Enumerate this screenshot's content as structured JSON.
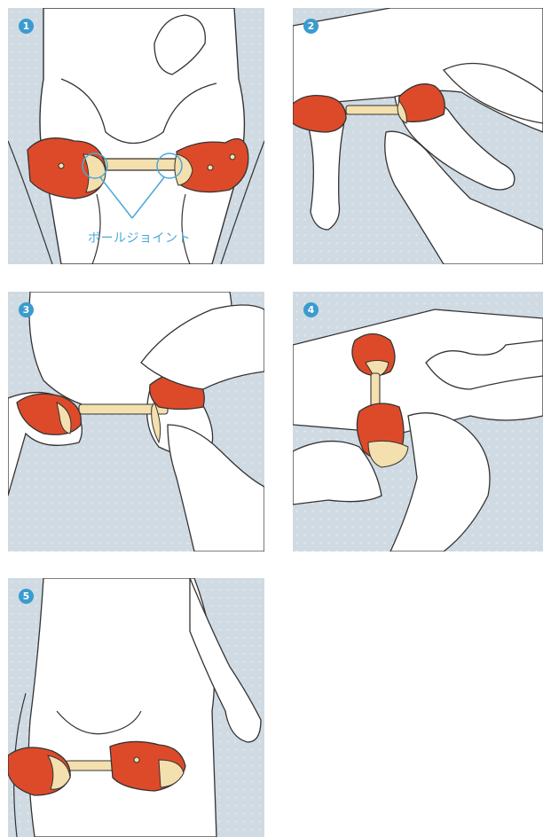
{
  "steps": [
    {
      "number": "1",
      "callout": "ボールジョイント"
    },
    {
      "number": "2"
    },
    {
      "number": "3"
    },
    {
      "number": "4"
    },
    {
      "number": "5"
    }
  ],
  "colors": {
    "panel_bg": "#cfdae2",
    "dot_grid": "#e3eaef",
    "badge": "#3a9bcf",
    "callout": "#4aa8d8",
    "brace_red": "#dd4a2a",
    "brace_pad": "#f4dfae",
    "outline": "#333333",
    "skin": "#ffffff"
  },
  "icons": [
    "step-number-badge",
    "ball-joint-circle"
  ]
}
